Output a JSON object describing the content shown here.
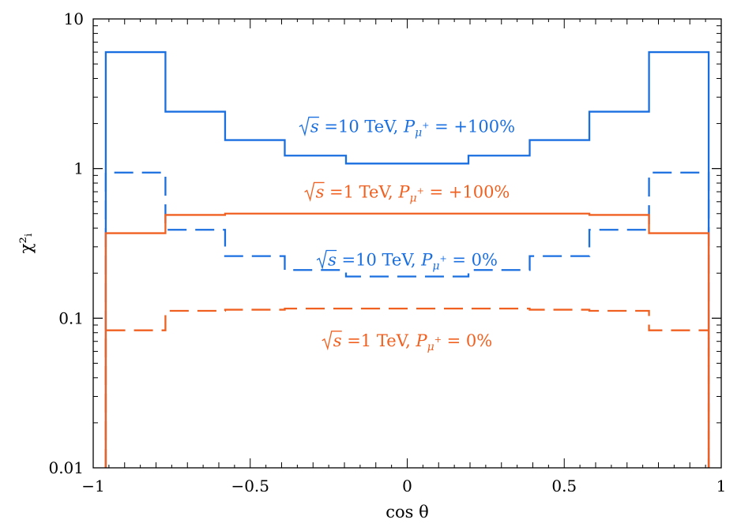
{
  "chart_data": {
    "type": "line",
    "xlabel": "cos θ",
    "ylabel": "χ²ᵢ",
    "xlim": [
      -1,
      1
    ],
    "ylim": [
      0.01,
      10
    ],
    "yscale": "log",
    "grid": false,
    "x_ticks": [
      {
        "value": -1,
        "label": "−1"
      },
      {
        "value": -0.5,
        "label": "−0.5"
      },
      {
        "value": 0,
        "label": "0"
      },
      {
        "value": 0.5,
        "label": "0.5"
      },
      {
        "value": 1,
        "label": "1"
      }
    ],
    "y_ticks": [
      {
        "value": 10,
        "label": "10"
      },
      {
        "value": 1,
        "label": "1"
      },
      {
        "value": 0.1,
        "label": "0.1"
      },
      {
        "value": 0.01,
        "label": "0.01"
      }
    ],
    "bin_edges": [
      -0.96,
      -0.77,
      -0.58,
      -0.39,
      -0.195,
      0.0,
      0.195,
      0.39,
      0.58,
      0.77,
      0.96
    ],
    "series": [
      {
        "color": "#1a6fe0",
        "dash": "solid",
        "values": [
          6.0,
          2.4,
          1.55,
          1.22,
          1.08,
          1.08,
          1.22,
          1.55,
          2.4,
          6.0
        ]
      },
      {
        "color": "#1a6fe0",
        "dash": "dashed",
        "values": [
          0.94,
          0.39,
          0.26,
          0.21,
          0.19,
          0.19,
          0.21,
          0.26,
          0.39,
          0.94
        ]
      },
      {
        "color": "#f06020",
        "dash": "solid",
        "values": [
          0.37,
          0.49,
          0.5,
          0.5,
          0.5,
          0.5,
          0.5,
          0.5,
          0.49,
          0.37
        ]
      },
      {
        "color": "#f06020",
        "dash": "dashed",
        "values": [
          0.083,
          0.112,
          0.114,
          0.116,
          0.116,
          0.116,
          0.116,
          0.114,
          0.112,
          0.083
        ]
      }
    ],
    "annotations": [
      {
        "rest": "=10 TeV, ",
        "p": "P",
        "sub": "μ",
        "sup": "+",
        "tail": " = +100%",
        "color": "#1a6fe0",
        "x": 0.0,
        "y": 1.75
      },
      {
        "rest": "=1 TeV, ",
        "p": "P",
        "sub": "μ",
        "sup": "+",
        "tail": " = +100%",
        "color": "#f06020",
        "x": 0.0,
        "y": 0.64
      },
      {
        "rest": "=10 TeV, ",
        "p": "P",
        "sub": "μ",
        "sup": "+",
        "tail": " = 0%",
        "color": "#1a6fe0",
        "x": 0.0,
        "y": 0.225
      },
      {
        "rest": "=1 TeV, ",
        "p": "P",
        "sub": "μ",
        "sup": "+",
        "tail": " = 0%",
        "color": "#f06020",
        "x": 0.0,
        "y": 0.065
      }
    ]
  }
}
